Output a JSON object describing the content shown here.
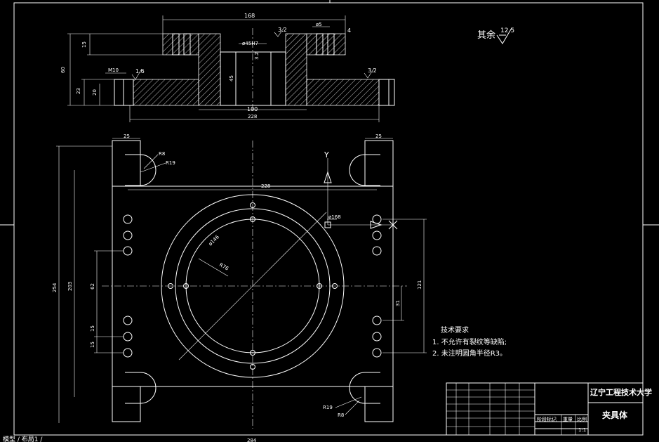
{
  "surface_finish_note": {
    "label": "其余",
    "value": "12.5"
  },
  "section_view": {
    "dims": {
      "top_width": "168",
      "bore": "ø45H7",
      "flange_small": "ø5",
      "chamfer": "4",
      "height_total": "60",
      "height_upper": "15",
      "height_23": "23",
      "height_20": "20",
      "bore_depth": "45",
      "thread": "M10",
      "hub_diameter": "100",
      "base_width": "228",
      "ra_left": "1.6",
      "ra_top": "3.2",
      "ra_right": "3.2",
      "ra_bore": "3.2"
    }
  },
  "plan_view": {
    "dims": {
      "slot_left": "25",
      "slot_right": "25",
      "inner_width": "228",
      "r_small": "R8",
      "r_large": "R19",
      "height_total": "254",
      "height_inner": "203",
      "dim_62": "62",
      "dim_15a": "15",
      "dim_15b": "15",
      "pcd_outer": "ø168",
      "pcd_inner": "ø146",
      "radius_inner": "R76",
      "dim_121": "121",
      "dim_31": "31",
      "r19_bottom": "R19",
      "r8_bottom": "R8",
      "bottom_width": "284",
      "axis_y": "Y",
      "axis_x": "X"
    }
  },
  "tech_requirements": {
    "title": "技术要求",
    "items": [
      "1. 不允许有裂纹等缺陷;",
      "2. 未注明圆角半径R3。"
    ]
  },
  "title_block": {
    "school": "辽宁工程技术大学",
    "part_name": "夹具体",
    "stage_label": "阶段标记",
    "weight_label": "重量",
    "scale_label": "比例",
    "scale_value": "1:1"
  },
  "status_text": "模型 / 布局1 /"
}
